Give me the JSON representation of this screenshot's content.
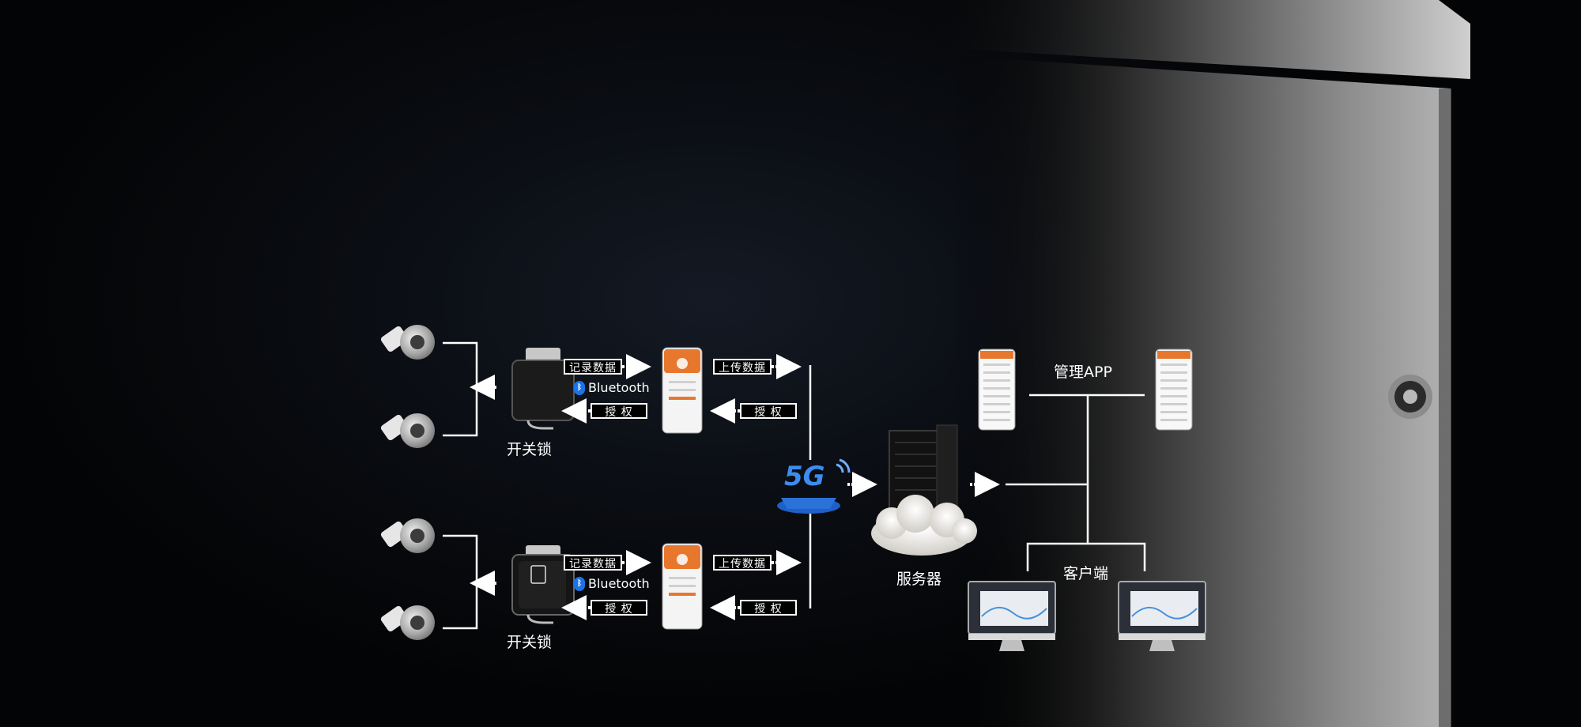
{
  "locks_top": {
    "label": "开关锁",
    "record_label": "记录数据",
    "bluetooth_label": "Bluetooth",
    "auth_label": "授 权",
    "upload_label": "上传数据",
    "auth2_label": "授 权"
  },
  "locks_bottom": {
    "label": "开关锁",
    "record_label": "记录数据",
    "bluetooth_label": "Bluetooth",
    "auth_label": "授 权",
    "upload_label": "上传数据",
    "auth2_label": "授 权"
  },
  "server": {
    "label": "服务器"
  },
  "network": {
    "label": "5G"
  },
  "mgmt": {
    "label": "管理APP"
  },
  "client": {
    "label": "客户端"
  },
  "colors": {
    "accent_orange": "#e8772e",
    "line": "#ffffff",
    "bluetooth": "#1a73e8",
    "net_blue": "#2a72d8"
  }
}
